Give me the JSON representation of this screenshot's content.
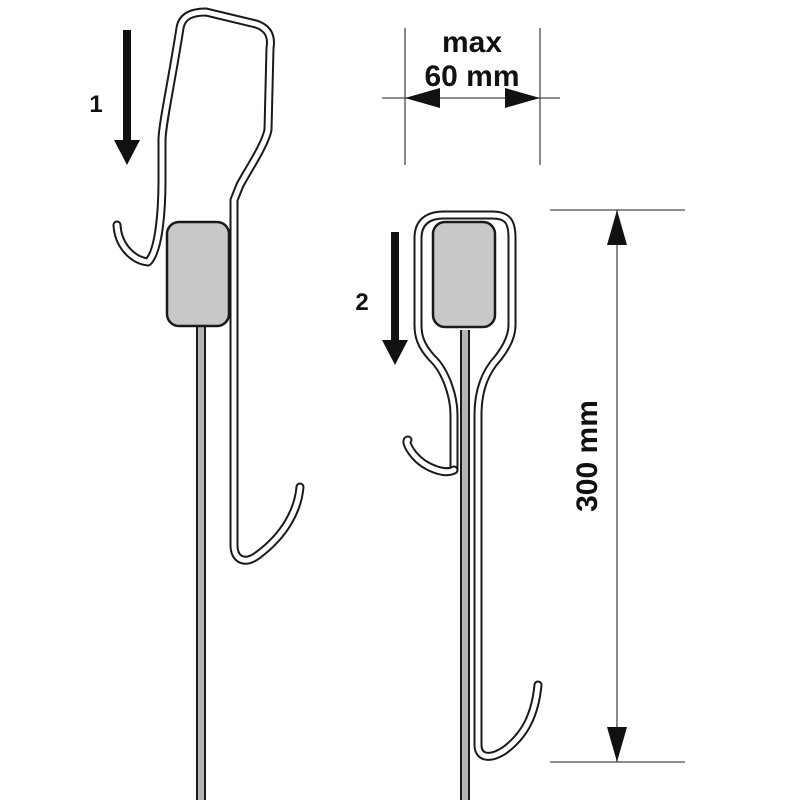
{
  "labels": {
    "step1": "1",
    "step2": "2",
    "width_line1": "max",
    "width_line2": "60 mm",
    "length": "300 mm"
  },
  "colors": {
    "wire_outline": "#1a1a1a",
    "slider_fill": "#c8c8c8",
    "rod_fill": "#b4b4b4",
    "line": "#111111"
  }
}
